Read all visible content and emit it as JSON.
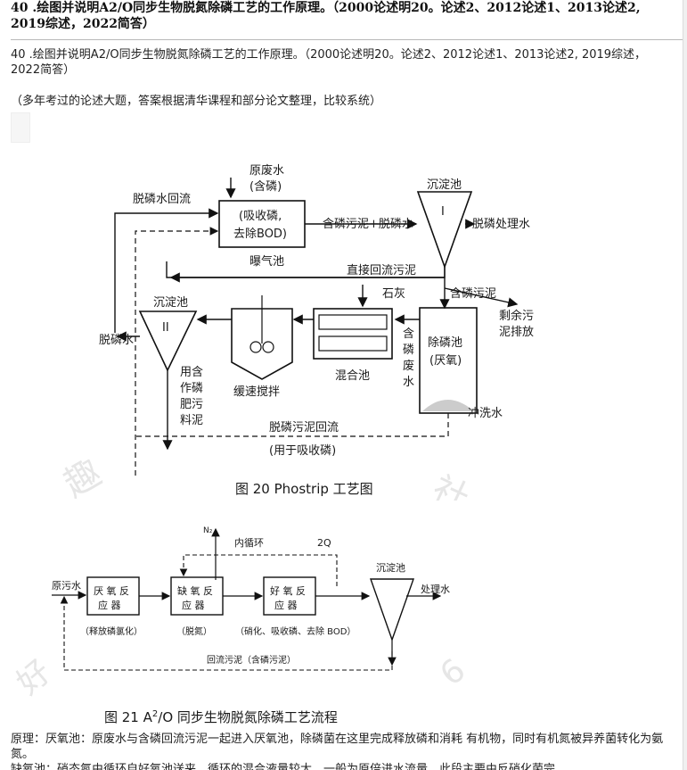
{
  "heading": "40 .绘图并说明A2/O同步生物脱氮除磷工艺的工作原理。（2000论述明20。论述2、2012论述1、2013论述2, 2019综述，2022简答）",
  "paragraph_1": "40 .绘图并说明A2/O同步生物脱氮除磷工艺的工作原理。（2000论述明20。论述2、2012论述1、2013论述2, 2019综述，2022简答）",
  "paragraph_2": "（多年考过的论述大题，答案根据清华课程和部分论文整理，比较系统）",
  "figure_1": {
    "caption": "图 20 Phostrip 工艺图",
    "labels": {
      "raw_water_1": "原废水",
      "raw_water_2": "(含磷)",
      "aeration_box_1": "(吸收磷,",
      "aeration_box_2": "去除BOD)",
      "aeration_tank": "曝气池",
      "clarifier_1": "沉淀池",
      "clarifier_1_roman": "I",
      "return_flow": "脱磷水回流",
      "sludge_plus_water": "含磷污泥+脱磷水",
      "treated_water": "脱磷处理水",
      "direct_return": "直接回流污泥",
      "lime": "石灰",
      "p_sludge": "含磷污泥",
      "excess_1": "剩余污",
      "excess_2": "泥排放",
      "clarifier_2": "沉淀池",
      "clarifier_2_roman": "II",
      "dephos_water": "脱磷水",
      "fertilizer": [
        "用含",
        "作磷",
        "肥污",
        "料泥"
      ],
      "slow_mix": "缓速搅拌",
      "mix_tank": "混合池",
      "p_wastewater": [
        "含",
        "磷",
        "废",
        "水"
      ],
      "stripper_1": "除磷池",
      "stripper_2": "(厌氧)",
      "wash_water": "冲洗水",
      "sludge_return": "脱磷污泥回流",
      "for_uptake": "(用于吸收磷)"
    }
  },
  "figure_2": {
    "caption_prefix": "图 21 A",
    "caption_sup": "2",
    "caption_suffix": "/O 同步生物脱氮除磷工艺流程",
    "labels": {
      "n2": "N₂",
      "internal": "内循环",
      "q2": "2Q",
      "raw": "原污水",
      "anaerobic_1": "厌 氧 反",
      "anaerobic_2": "应 器",
      "anoxic_1": "缺 氧 反",
      "anoxic_2": "应 器",
      "aerobic_1": "好 氧 反",
      "aerobic_2": "应 器",
      "settling": "沉淀池",
      "effluent": "处理水",
      "anaerobic_note": "（释放磷氯化）",
      "anoxic_note": "（脱氮）",
      "aerobic_note": "（硝化、吸收磷、去除 BOD）",
      "sludge_return": "回流污泥（含磷污泥）"
    }
  },
  "paragraph_3": "原理：厌氧池：原废水与含磷回流污泥一起进入厌氧池，除磷菌在这里完成释放磷和消耗 有机物，同时有机氮被异养菌转化为氨氮。",
  "paragraph_4": "缺氧池：硝态氮由循环自好氧池送来，循环的混合液量较大，一般为原倍进水流量，此段主要由反硝化菌完"
}
